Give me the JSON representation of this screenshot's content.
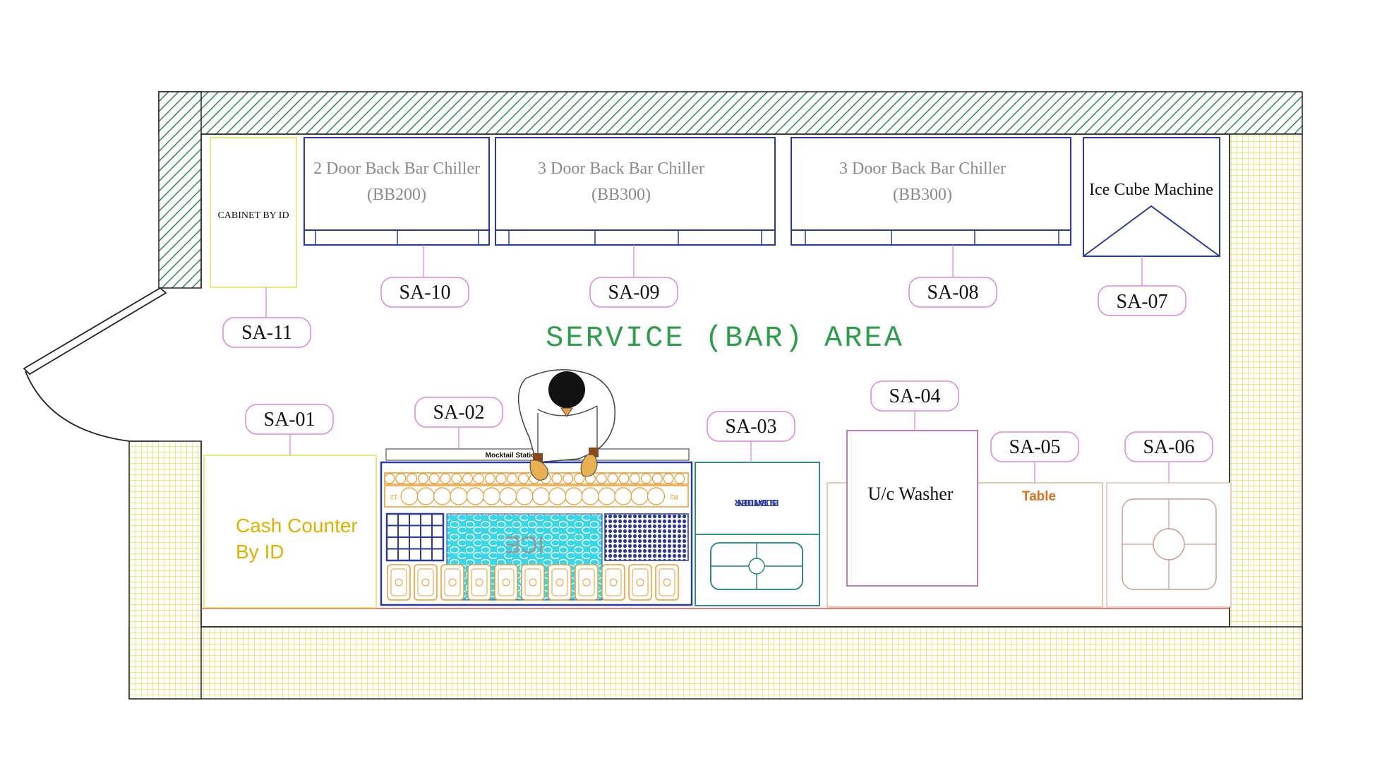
{
  "area_title": "SERVICE (BAR) AREA",
  "equipment": {
    "cabinet": "CABINET BY ID",
    "chiller_2door": {
      "line1": "2 Door Back Bar Chiller",
      "line2": "(BB200)"
    },
    "chiller_3door_a": {
      "line1": "3 Door Back Bar Chiller",
      "line2": "(BB300)"
    },
    "chiller_3door_b": {
      "line1": "3 Door Back Bar Chiller",
      "line2": "(BB300)"
    },
    "ice_machine": "Ice Cube Machine",
    "cash_counter": {
      "line1": "Cash Counter",
      "line2": "By ID"
    },
    "mocktail_station": "Mocktail Station",
    "ice": "ICE",
    "r2": "R2",
    "r1": "12",
    "blender": {
      "line1": "BLENDER",
      "line2": "STATION"
    },
    "washer": "U/c Washer",
    "table": "Table"
  },
  "tags": {
    "sa01": "SA-01",
    "sa02": "SA-02",
    "sa03": "SA-03",
    "sa04": "SA-04",
    "sa05": "SA-05",
    "sa06": "SA-06",
    "sa07": "SA-07",
    "sa08": "SA-08",
    "sa09": "SA-09",
    "sa10": "SA-10",
    "sa11": "SA-11"
  },
  "colors": {
    "wall_hatch": "#2e8b57",
    "tile_grid": "#e8e05a",
    "equipment_blue": "#2b3a9e",
    "tag_border": "#d98ad9",
    "title_green": "#2e9e4a",
    "cash_text": "#e0b000",
    "table_text": "#e07020",
    "ice_cyan": "#38d6e6",
    "orange": "#e89a2a",
    "teal": "#1d8080"
  }
}
